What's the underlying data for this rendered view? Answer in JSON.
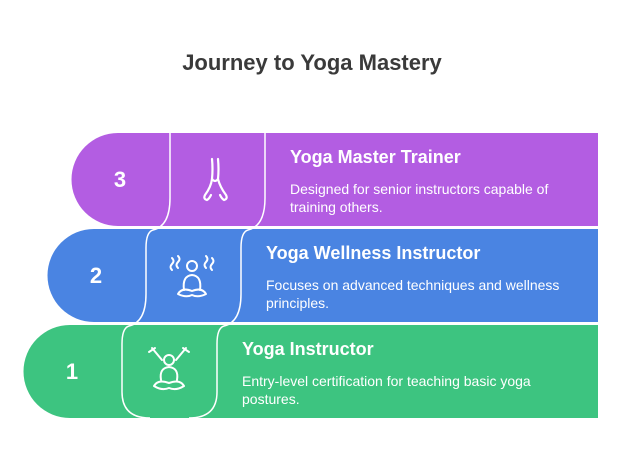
{
  "title": "Journey to Yoga Mastery",
  "tiers": [
    {
      "number": "3",
      "title": "Yoga Master Trainer",
      "description": "Designed for senior instructors capable of training others.",
      "icon": "yoga-pose-icon",
      "color": "#b35de2"
    },
    {
      "number": "2",
      "title": "Yoga Wellness Instructor",
      "description": "Focuses on advanced techniques and wellness principles.",
      "icon": "meditation-icon",
      "color": "#4a84e2"
    },
    {
      "number": "1",
      "title": "Yoga Instructor",
      "description": "Entry-level certification for teaching basic yoga postures.",
      "icon": "yoga-stretch-icon",
      "color": "#3dc480"
    }
  ]
}
